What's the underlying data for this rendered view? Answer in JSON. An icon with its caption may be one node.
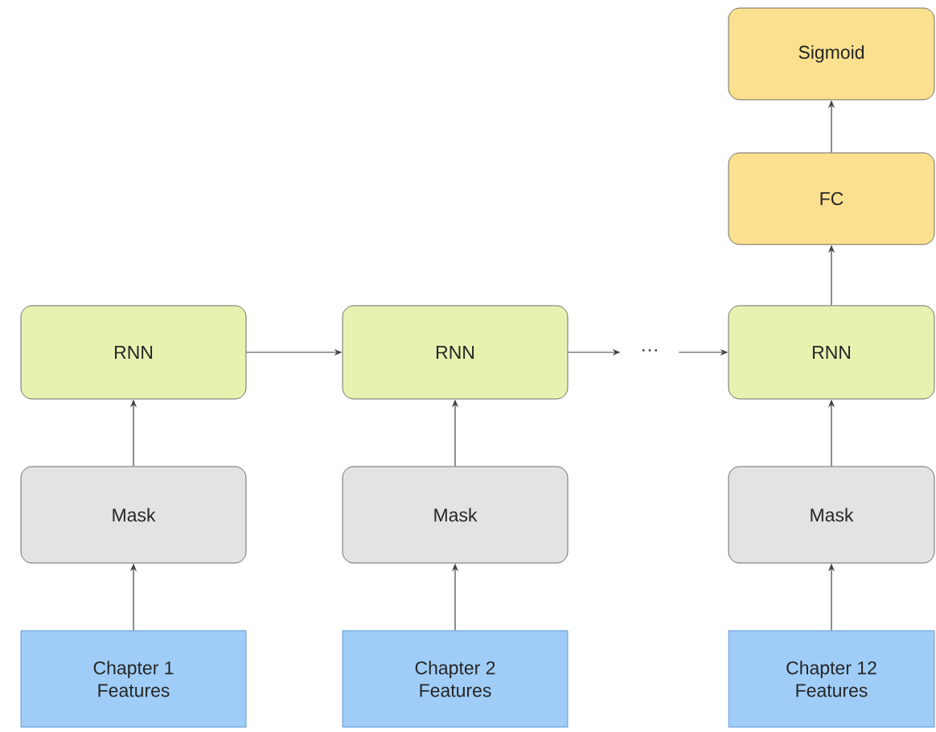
{
  "diagram": {
    "nodes": [
      {
        "text": [
          "Sigmoid"
        ]
      },
      {
        "text": [
          "FC"
        ]
      },
      {
        "text": [
          "RNN"
        ]
      },
      {
        "text": [
          "RNN"
        ]
      },
      {
        "text": [
          "···"
        ]
      },
      {
        "text": [
          "RNN"
        ]
      },
      {
        "text": [
          "Mask"
        ]
      },
      {
        "text": [
          "Mask"
        ]
      },
      {
        "text": [
          "Mask"
        ]
      },
      {
        "text": [
          "Chapter 1 Features"
        ]
      },
      {
        "text": [
          "Chapter 2 Features"
        ]
      },
      {
        "text": [
          "Chapter 12 Features"
        ]
      }
    ],
    "edges": [
      {
        "from": 9,
        "to": 6,
        "arrow": "to"
      },
      {
        "from": 10,
        "to": 7,
        "arrow": "to"
      },
      {
        "from": 11,
        "to": 8,
        "arrow": "to"
      },
      {
        "from": 6,
        "to": 2,
        "arrow": "to"
      },
      {
        "from": 7,
        "to": 3,
        "arrow": "to"
      },
      {
        "from": 8,
        "to": 5,
        "arrow": "to"
      },
      {
        "from": 2,
        "to": 3,
        "arrow": "to"
      },
      {
        "from": 3,
        "to": 4,
        "arrow": "to"
      },
      {
        "from": 4,
        "to": 5,
        "arrow": "to"
      },
      {
        "from": 5,
        "to": 1,
        "arrow": "to"
      },
      {
        "from": 1,
        "to": 0,
        "arrow": "to"
      }
    ]
  }
}
